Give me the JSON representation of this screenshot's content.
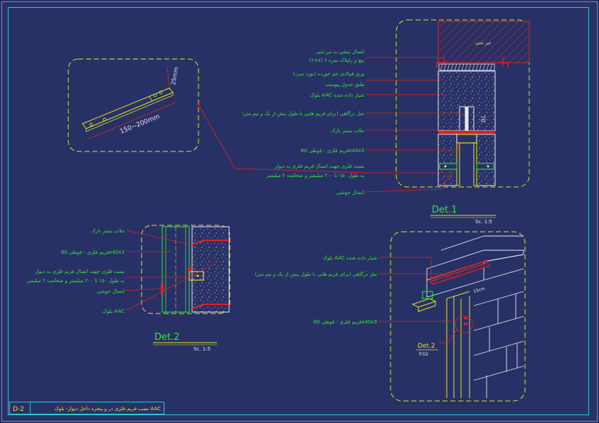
{
  "colors": {
    "background": "#283166",
    "frame": "#2fc6d6",
    "yellow": "#e6e31c",
    "green": "#35e635",
    "red": "#e0221e",
    "white": "#e8e8ee",
    "concrete": "#c9c9cf"
  },
  "top_detail": {
    "dim_length": "150~200mm",
    "dim_width": "25mm"
  },
  "det1": {
    "beam_label": "تیر بتنی",
    "dim_70": "70",
    "title": "Det.1",
    "scale": "Sc. 1:5",
    "labels": [
      "اتصال نبشی به تیر بتنی",
      "پیچ و رلپلاک نمره ۶ (۸×۶)",
      "ورق فولادی خم خورده (نورد سرد)",
      "طبق جدول پیوست",
      "بلوک AAC شیار داده شده",
      "نعل درگاهی (برای فریم هایی با طول بیش از یک و نیم متر)",
      "ملات بستر نازک",
      "فریم فلزی - قوطی 80x40x3",
      "بست فلزی جهت اتصال فریم فلزی به دیوار",
      "به طول ۱۵۰ تا ۲۰۰ میلیمتر و ضخامت ۲ میلیمتر",
      "اتصال جوشی"
    ]
  },
  "det2": {
    "title": "Det.2",
    "scale": "Sc. 1:5",
    "labels": [
      "ملات بستر نازک",
      "فریم فلزی - قوطی 80x40x3",
      "بست فلزی جهت اتصال فریم فلزی به دیوار",
      "به طول ۱۵۰ تا ۲۰۰ میلیمتر و ضخامت ۲ میلیمتر",
      "اتصال جوشی",
      "بلوک AAC"
    ]
  },
  "iso": {
    "labels": [
      "بلوک AAC شیار داده شده",
      "نعل درگاهی (برای فریم هایی با طول بیش از یک و نیم متر)",
      "فریم فلزی - قوطی 80x40x3"
    ],
    "dim_15": "15cm",
    "ref_title": "Det.2",
    "ref_sheet": "P.D2"
  },
  "title_block": {
    "sheet_no": "D-2",
    "title": "نصب فریم فلزی در و پنجره داخل دیوار- بلوک AAC"
  }
}
